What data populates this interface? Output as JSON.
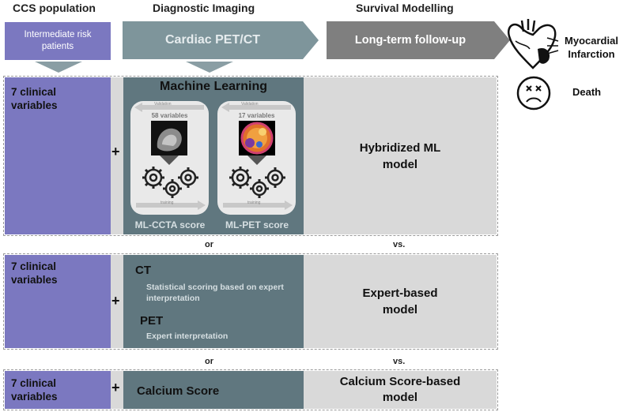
{
  "headers": {
    "ccs_population": "CCS population",
    "diagnostic_imaging": "Diagnostic Imaging",
    "survival_modelling": "Survival Modelling"
  },
  "top_boxes": {
    "intermediate_risk": "Intermediate risk patients",
    "cardiac_pet_ct": "Cardiac PET/CT",
    "long_term_followup": "Long-term follow-up"
  },
  "outcomes": {
    "myocardial_infarction": "Myocardial Infarction",
    "death": "Death"
  },
  "row1": {
    "clinical": "7 clinical variables",
    "plus": "+",
    "ml_title": "Machine Learning",
    "validation_label": "Validation",
    "training_label": "training",
    "ccta_vars": "58 variables",
    "pet_vars": "17 variables",
    "ml_ccta_score": "ML-CCTA score",
    "ml_pet_score": "ML-PET score",
    "model": "Hybridized ML model"
  },
  "row2": {
    "clinical": "7 clinical variables",
    "plus": "+",
    "ct_title": "CT",
    "ct_desc": "Statistical scoring based on expert interpretation",
    "pet_title": "PET",
    "pet_desc": "Expert interpretation",
    "model": "Expert-based model"
  },
  "row3": {
    "clinical": "7 clinical variables",
    "plus": "+",
    "calcium_score": "Calcium Score",
    "model": "Calcium Score-based model"
  },
  "separators": {
    "or": "or",
    "vs": "vs."
  },
  "colors": {
    "purple": "#7b78c0",
    "teal": "#60777f",
    "grey_box": "#d9d9d9",
    "dark_grey_arrow": "#7f7f7f"
  }
}
